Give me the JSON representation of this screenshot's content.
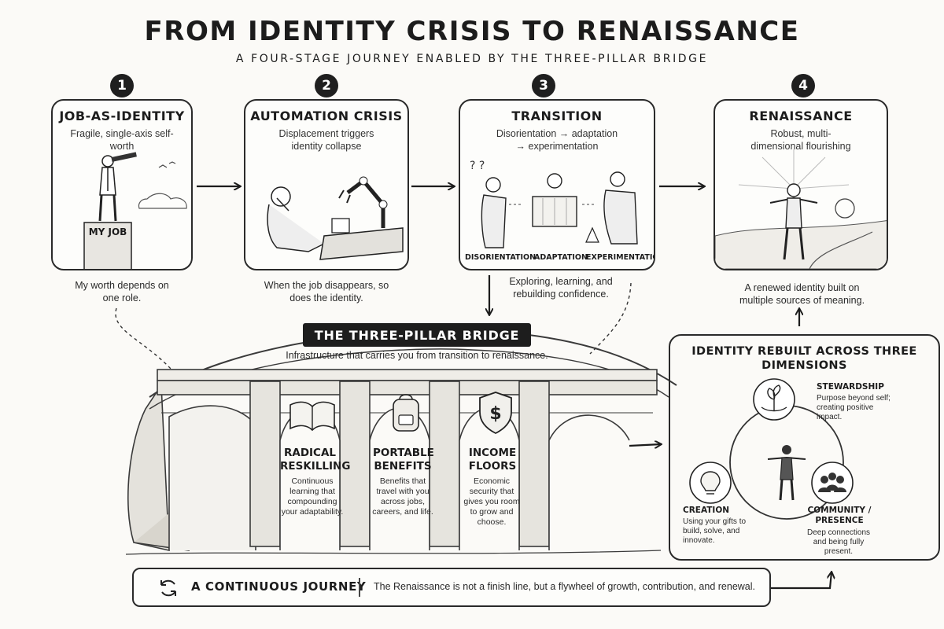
{
  "header": {
    "title": "FROM IDENTITY CRISIS TO RENAISSANCE",
    "subtitle": "A FOUR-STAGE JOURNEY ENABLED BY THE THREE-PILLAR BRIDGE"
  },
  "stages": [
    {
      "number": "1",
      "title": "JOB-AS-IDENTITY",
      "subtitle": "Fragile, single-axis self-worth",
      "sign": "MY JOB",
      "caption": "My worth depends on one role."
    },
    {
      "number": "2",
      "title": "AUTOMATION CRISIS",
      "subtitle": "Displacement triggers identity collapse",
      "caption": "When the job disappears, so does the identity."
    },
    {
      "number": "3",
      "title": "TRANSITION",
      "subtitle": "Disorientation → adaptation → experimentation",
      "phases": [
        "DISORIENTATION",
        "ADAPTATION",
        "EXPERIMENTATION"
      ],
      "caption": "Exploring, learning, and rebuilding confidence."
    },
    {
      "number": "4",
      "title": "RENAISSANCE",
      "subtitle": "Robust, multi-dimensional flourishing",
      "caption": "A renewed identity built on multiple sources of meaning."
    }
  ],
  "bridge": {
    "title": "THE THREE-PILLAR BRIDGE",
    "subtitle": "Infrastructure that carries you from transition to renaissance.",
    "pillars": [
      {
        "title": "RADICAL RESKILLING",
        "text": "Continuous learning that compounding your adaptability.",
        "icon": "book-icon"
      },
      {
        "title": "PORTABLE BENEFITS",
        "text": "Benefits that travel with you across jobs, careers, and life.",
        "icon": "backpack-icon"
      },
      {
        "title": "INCOME FLOORS",
        "text": "Economic security that gives you room to grow and choose.",
        "icon": "dollar-shield-icon"
      }
    ]
  },
  "dimensions": {
    "title": "IDENTITY REBUILT ACROSS THREE DIMENSIONS",
    "items": [
      {
        "title": "STEWARDSHIP",
        "text": "Purpose beyond self; creating positive impact.",
        "icon": "seedling-hands-icon"
      },
      {
        "title": "CREATION",
        "text": "Using your gifts to build, solve, and innovate.",
        "icon": "lightbulb-icon"
      },
      {
        "title": "COMMUNITY / PRESENCE",
        "text": "Deep connections and being fully present.",
        "icon": "people-icon"
      }
    ]
  },
  "footer": {
    "title": "A CONTINUOUS JOURNEY",
    "text": "The Renaissance is not a finish line, but a flywheel of growth, contribution, and renewal.",
    "icon": "cycle-icon"
  }
}
